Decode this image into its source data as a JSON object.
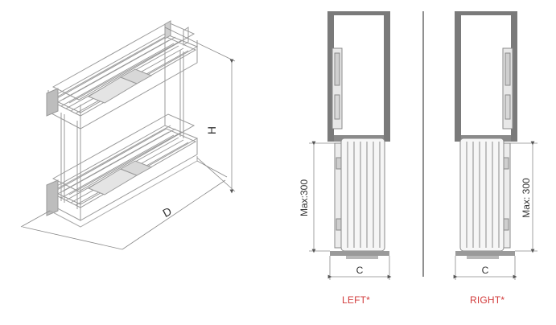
{
  "isometric": {
    "height_label": "H",
    "depth_label": "D"
  },
  "left_view": {
    "max_label": "Max:300",
    "width_label": "C",
    "caption": "LEFT*"
  },
  "right_view": {
    "max_label": "Max: 300",
    "width_label": "C",
    "caption": "RIGHT*"
  },
  "colors": {
    "line": "#8a8a8a",
    "cabinet_fill": "#7a7a7a",
    "caption": "#d23a3a",
    "dim_text": "#333333"
  }
}
